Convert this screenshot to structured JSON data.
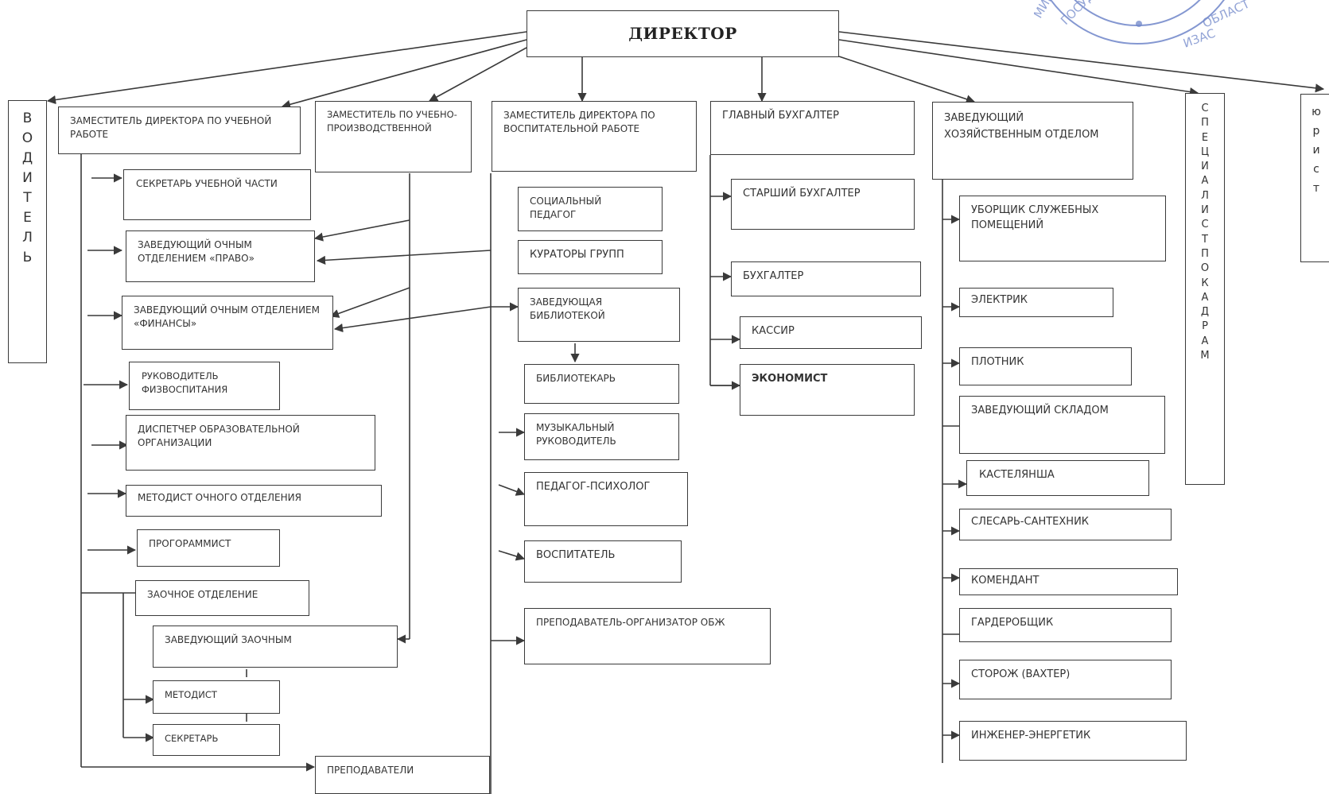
{
  "chart": {
    "director": "ДИРЕКТОР",
    "side": {
      "driver": "ВОДИТЕЛЬ",
      "hr": "СПЕЦИАЛИСТ ПО КАДРАМ",
      "lawyer": "юрист"
    },
    "branches": {
      "academic_deputy": {
        "title": "ЗАМЕСТИТЕЛЬ ДИРЕКТОРА ПО УЧЕБНОЙ РАБОТЕ",
        "items": [
          "СЕКРЕТАРЬ УЧЕБНОЙ ЧАСТИ",
          "ЗАВЕДУЮЩИЙ ОЧНЫМ ОТДЕЛЕНИЕМ «ПРАВО»",
          "ЗАВЕДУЮЩИЙ ОЧНЫМ ОТДЕЛЕНИЕМ «ФИНАНСЫ»",
          "РУКОВОДИТЕЛЬ ФИЗВОСПИТАНИЯ",
          "ДИСПЕТЧЕР ОБРАЗОВАТЕЛЬНОЙ ОРГАНИЗАЦИИ",
          "МЕТОДИСТ ОЧНОГО ОТДЕЛЕНИЯ",
          "ПРОГОРАММИСТ",
          "ЗАОЧНОЕ ОТДЕЛЕНИЕ",
          "ЗАВЕДУЮЩИЙ ЗАОЧНЫМ",
          "МЕТОДИСТ",
          "СЕКРЕТАРЬ"
        ]
      },
      "production_deputy": {
        "title": "ЗАМЕСТИТЕЛЬ ПО УЧЕБНО-ПРОИЗВОДСТВЕННОЙ"
      },
      "teachers": "ПРЕПОДАВАТЕЛИ",
      "educational_deputy": {
        "title": "ЗАМЕСТИТЕЛЬ ДИРЕКТОРА ПО ВОСПИТАТЕЛЬНОЙ РАБОТЕ",
        "items": [
          "СОЦИАЛЬНЫЙ ПЕДАГОГ",
          "КУРАТОРЫ ГРУПП",
          "ЗАВЕДУЮЩАЯ БИБЛИОТЕКОЙ",
          "БИБЛИОТЕКАРЬ",
          "МУЗЫКАЛЬНЫЙ РУКОВОДИТЕЛЬ",
          "ПЕДАГОГ-ПСИХОЛОГ",
          "ВОСПИТАТЕЛЬ",
          "ПРЕПОДАВАТЕЛЬ-ОРГАНИЗАТОР ОБЖ"
        ]
      },
      "chief_accountant": {
        "title": "ГЛАВНЫЙ БУХГАЛТЕР",
        "items": [
          "СТАРШИЙ  БУХГАЛТЕР",
          "БУХГАЛТЕР",
          "КАССИР",
          "ЭКОНОМИСТ"
        ]
      },
      "household": {
        "title": "ЗАВЕДУЮЩИЙ ХОЗЯЙСТВЕННЫМ ОТДЕЛОМ",
        "items": [
          "УБОРЩИК СЛУЖЕБНЫХ ПОМЕЩЕНИЙ",
          "ЭЛЕКТРИК",
          "ПЛОТНИК",
          "ЗАВЕДУЮЩИЙ СКЛАДОМ",
          "КАСТЕЛЯНША",
          "СЛЕСАРЬ-САНТЕХНИК",
          "КОМЕНДАНТ",
          "ГАРДЕРОБЩИК",
          "СТОРОЖ (ВАХТЕР)",
          "ИНЖЕНЕР-ЭНЕРГЕТИК"
        ]
      }
    }
  },
  "colors": {
    "ink": "#333333",
    "line": "#3a3a3a",
    "stamp": "#6f86c9"
  }
}
